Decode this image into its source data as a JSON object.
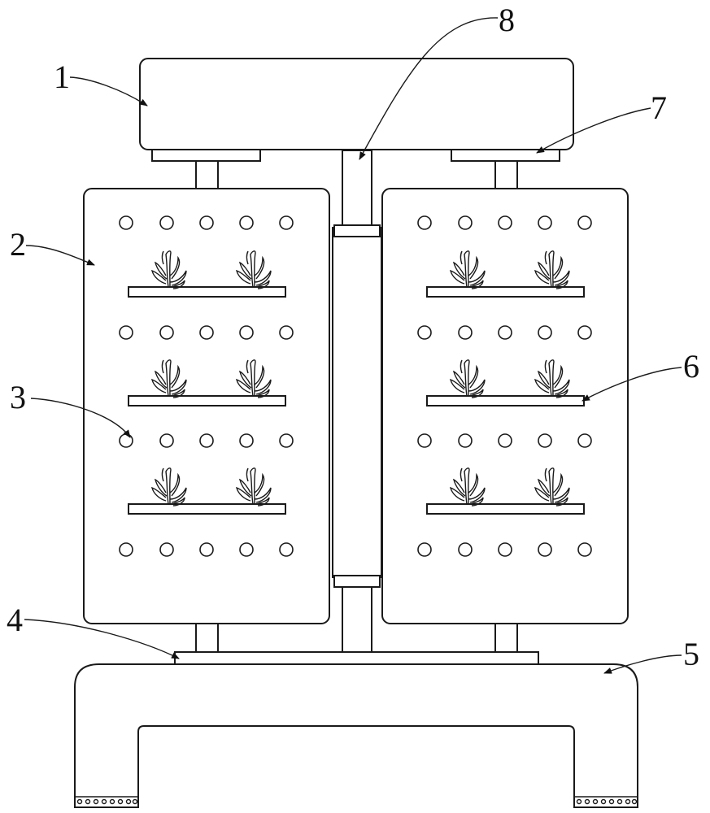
{
  "labels": [
    {
      "id": "1",
      "text": "1"
    },
    {
      "id": "2",
      "text": "2"
    },
    {
      "id": "3",
      "text": "3"
    },
    {
      "id": "4",
      "text": "4"
    },
    {
      "id": "5",
      "text": "5"
    },
    {
      "id": "6",
      "text": "6"
    },
    {
      "id": "7",
      "text": "7"
    },
    {
      "id": "8",
      "text": "8"
    }
  ],
  "colors": {
    "stroke": "#1a1a1a",
    "background": "#ffffff"
  }
}
